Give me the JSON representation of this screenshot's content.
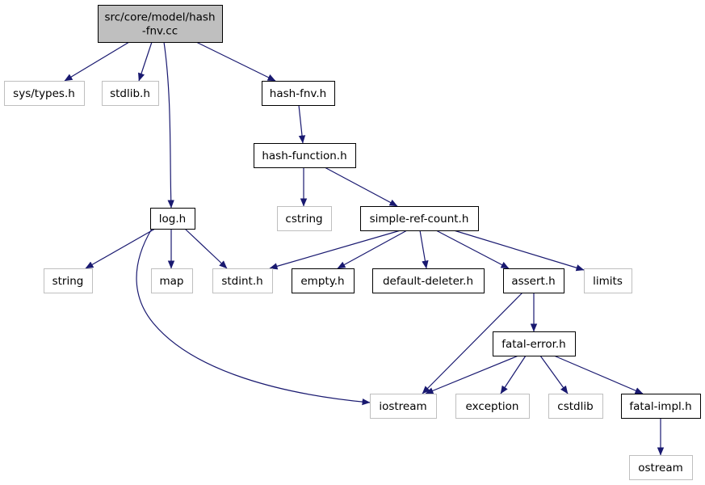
{
  "colors": {
    "edge": "#191970",
    "root_fill": "#bfbfbf",
    "root_stroke": "#000000",
    "local_stroke": "#000000",
    "system_stroke": "#bfbfbf",
    "text": "#000000"
  },
  "nodes": [
    {
      "id": "root",
      "lines": [
        "src/core/model/hash",
        "-fnv.cc"
      ],
      "kind": "root"
    },
    {
      "id": "sys_types",
      "lines": [
        "sys/types.h"
      ],
      "kind": "system"
    },
    {
      "id": "stdlib",
      "lines": [
        "stdlib.h"
      ],
      "kind": "system"
    },
    {
      "id": "hash_fnv",
      "lines": [
        "hash-fnv.h"
      ],
      "kind": "local"
    },
    {
      "id": "hash_function",
      "lines": [
        "hash-function.h"
      ],
      "kind": "local"
    },
    {
      "id": "log",
      "lines": [
        "log.h"
      ],
      "kind": "local"
    },
    {
      "id": "cstring",
      "lines": [
        "cstring"
      ],
      "kind": "system"
    },
    {
      "id": "simple_ref_count",
      "lines": [
        "simple-ref-count.h"
      ],
      "kind": "local"
    },
    {
      "id": "string",
      "lines": [
        "string"
      ],
      "kind": "system"
    },
    {
      "id": "map",
      "lines": [
        "map"
      ],
      "kind": "system"
    },
    {
      "id": "stdint",
      "lines": [
        "stdint.h"
      ],
      "kind": "system"
    },
    {
      "id": "empty",
      "lines": [
        "empty.h"
      ],
      "kind": "local"
    },
    {
      "id": "default_deleter",
      "lines": [
        "default-deleter.h"
      ],
      "kind": "local"
    },
    {
      "id": "assert",
      "lines": [
        "assert.h"
      ],
      "kind": "local"
    },
    {
      "id": "limits",
      "lines": [
        "limits"
      ],
      "kind": "system"
    },
    {
      "id": "fatal_error",
      "lines": [
        "fatal-error.h"
      ],
      "kind": "local"
    },
    {
      "id": "iostream",
      "lines": [
        "iostream"
      ],
      "kind": "system"
    },
    {
      "id": "exception",
      "lines": [
        "exception"
      ],
      "kind": "system"
    },
    {
      "id": "cstdlib",
      "lines": [
        "cstdlib"
      ],
      "kind": "system"
    },
    {
      "id": "fatal_impl",
      "lines": [
        "fatal-impl.h"
      ],
      "kind": "local"
    },
    {
      "id": "ostream",
      "lines": [
        "ostream"
      ],
      "kind": "system"
    }
  ],
  "edges": [
    {
      "from": "root",
      "to": "sys_types"
    },
    {
      "from": "root",
      "to": "stdlib"
    },
    {
      "from": "root",
      "to": "log"
    },
    {
      "from": "root",
      "to": "hash_fnv"
    },
    {
      "from": "hash_fnv",
      "to": "hash_function"
    },
    {
      "from": "hash_function",
      "to": "cstring"
    },
    {
      "from": "hash_function",
      "to": "simple_ref_count"
    },
    {
      "from": "log",
      "to": "string"
    },
    {
      "from": "log",
      "to": "map"
    },
    {
      "from": "log",
      "to": "stdint"
    },
    {
      "from": "log",
      "to": "iostream"
    },
    {
      "from": "simple_ref_count",
      "to": "stdint"
    },
    {
      "from": "simple_ref_count",
      "to": "empty"
    },
    {
      "from": "simple_ref_count",
      "to": "default_deleter"
    },
    {
      "from": "simple_ref_count",
      "to": "assert"
    },
    {
      "from": "simple_ref_count",
      "to": "limits"
    },
    {
      "from": "assert",
      "to": "iostream"
    },
    {
      "from": "assert",
      "to": "fatal_error"
    },
    {
      "from": "fatal_error",
      "to": "iostream"
    },
    {
      "from": "fatal_error",
      "to": "exception"
    },
    {
      "from": "fatal_error",
      "to": "cstdlib"
    },
    {
      "from": "fatal_error",
      "to": "fatal_impl"
    },
    {
      "from": "fatal_impl",
      "to": "ostream"
    }
  ]
}
